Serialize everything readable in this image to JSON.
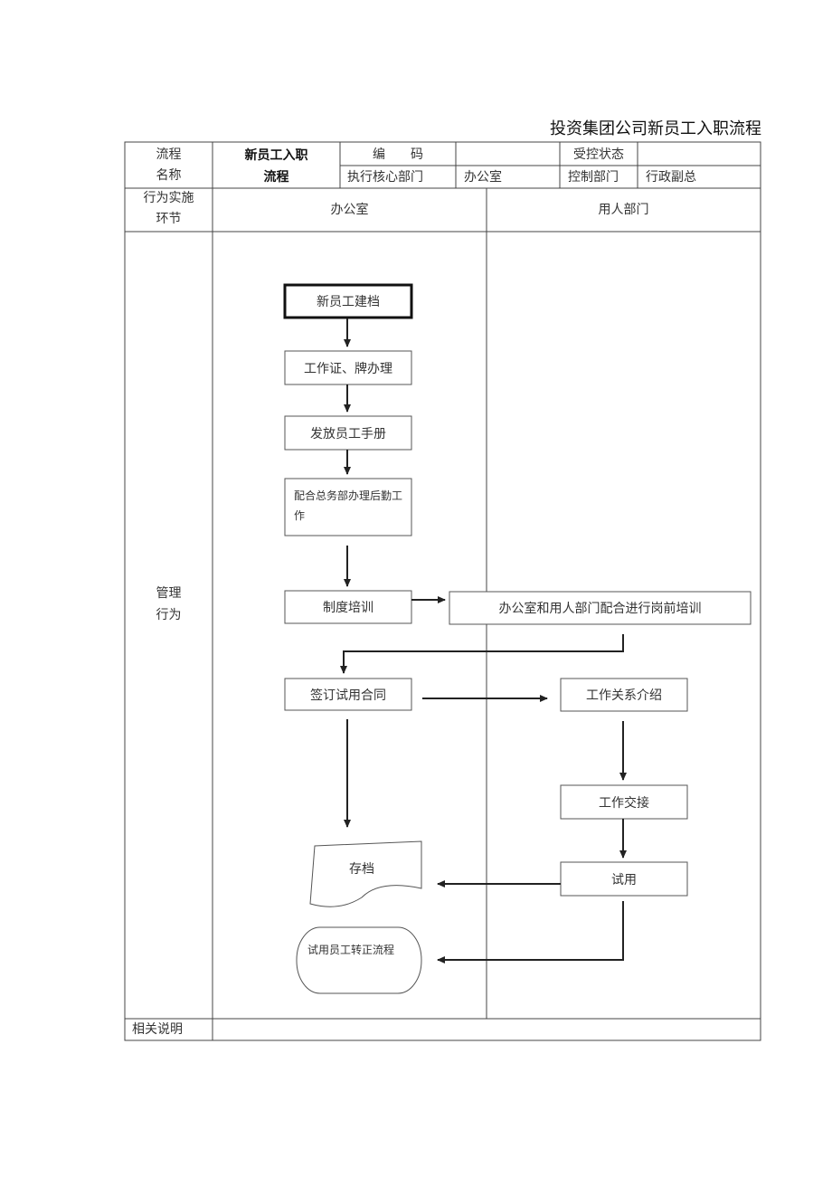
{
  "document_title": "投资集团公司新员工入职流程",
  "header": {
    "flow_name_label": "流程\n名称",
    "flow_name_value": "新员工入职\n流程",
    "code_label": "编　　码",
    "code_value": "",
    "controlled_status_label": "受控状态",
    "controlled_status_value": "",
    "exec_dept_label": "执行核心部门",
    "exec_dept_value": "办公室",
    "control_dept_label": "控制部门",
    "control_dept_value": "行政副总"
  },
  "lanes": {
    "row_label": "行为实施\n环节",
    "office": "办公室",
    "hiring_dept": "用人部门"
  },
  "row_labels": {
    "management": "管理\n行为",
    "notes": "相关说明"
  },
  "nodes": {
    "archive_new_staff": "新员工建档",
    "work_badge": "工作证、牌办理",
    "handbook": "发放员工手册",
    "logistics": "配合总务部办理后勤工作",
    "training": "制度培训",
    "joint_training": "办公室和用人部门配合进行岗前培训",
    "probation_contract": "签订试用合同",
    "work_relations": "工作关系介绍",
    "handover": "工作交接",
    "probation": "试用",
    "filing": "存档",
    "regularization": "试用员工转正流程"
  },
  "notes_value": ""
}
